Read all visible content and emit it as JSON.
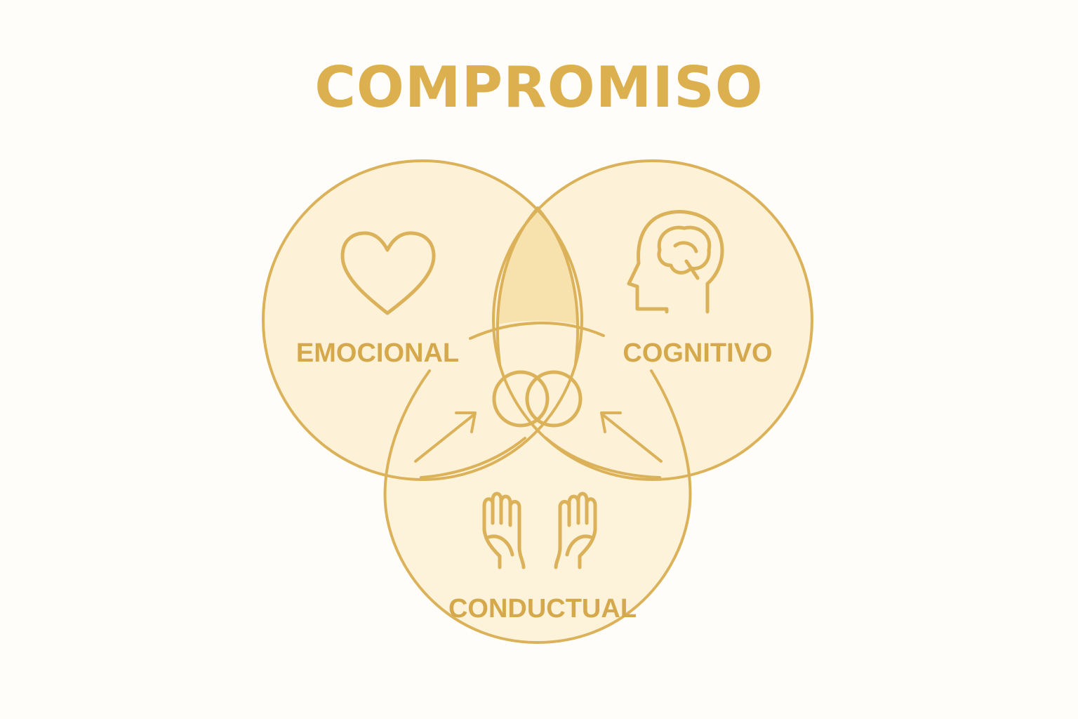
{
  "title": "COMPROMISO",
  "colors": {
    "accent": "#dcb04f",
    "stroke": "#dbb25a",
    "circle_fill": "#fdf2d8",
    "overlap_fill": "#f8e3b0",
    "background": "#fffdfa"
  },
  "sets": [
    {
      "label": "EMOCIONAL",
      "icon": "heart-icon"
    },
    {
      "label": "COGNITIVO",
      "icon": "head-brain-icon"
    },
    {
      "label": "CONDUCTUAL",
      "icon": "open-hands-icon"
    }
  ],
  "center_icon": "interlocking-rings-icon"
}
